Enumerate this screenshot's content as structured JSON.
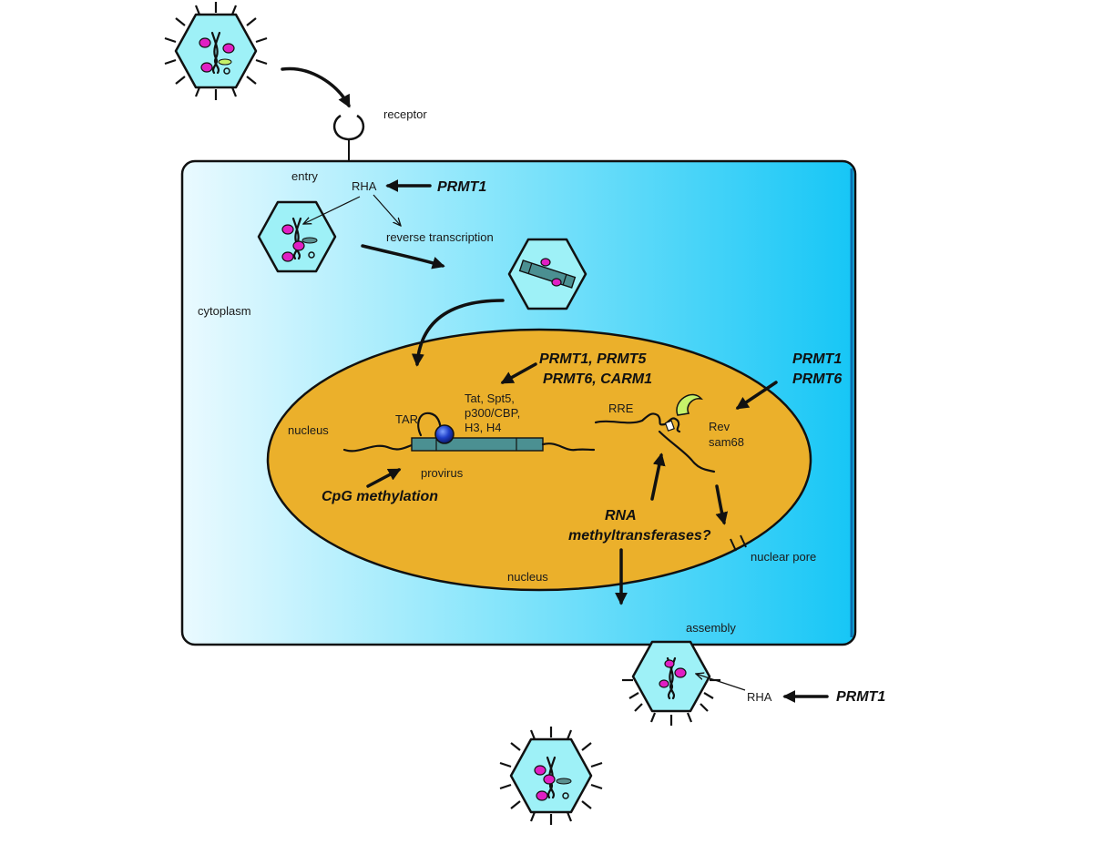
{
  "labels": {
    "receptor": "receptor",
    "entry": "entry",
    "rha_top": "RHA",
    "reverse_transcription": "reverse transcription",
    "cytoplasm": "cytoplasm",
    "nucleus_left": "nucleus",
    "nucleus_bottom": "nucleus",
    "tar": "TAR",
    "provirus": "provirus",
    "substrates": [
      "Tat, Spt5,",
      "p300/CBP,",
      "H3, H4"
    ],
    "rre": "RRE",
    "rev": "Rev",
    "sam68": "sam68",
    "nuclear_pore": "nuclear pore",
    "assembly": "assembly",
    "rha_bottom": "RHA"
  },
  "enzymes": {
    "prmt1_top": "PRMT1",
    "prmt_line1": "PRMT1, PRMT5",
    "prmt_line2": "PRMT6, CARM1",
    "prmt1_right": "PRMT1",
    "prmt6_right": "PRMT6",
    "cpg": "CpG methylation",
    "rna_mt_line1": "RNA",
    "rna_mt_line2": "methyltransferases?",
    "prmt1_bottom": "PRMT1"
  },
  "colors": {
    "cell_gradient_start": "#eafaff",
    "cell_gradient_end": "#16c6f6",
    "nucleus_fill": "#ebb02b",
    "capsid_fill": "#9ef1f7",
    "protein": "#e01fc4",
    "dna_bar": "#4b9092",
    "rna_hairpin_green": "#c6f26a"
  }
}
